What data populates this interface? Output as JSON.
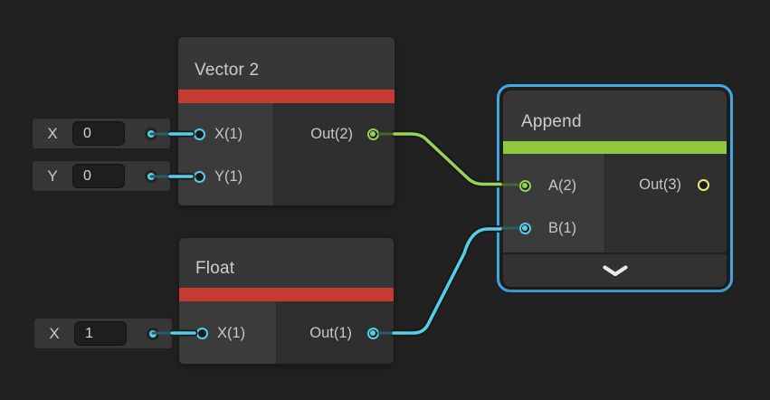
{
  "app": "shader-graph-editor",
  "colors": {
    "canvas-bg": "#212121",
    "node-bg": "#2f2f2f",
    "node-title-bg": "#373737",
    "node-col-bg": "#3b3b3b",
    "footer-bg": "#323232",
    "widget-bg": "#363636",
    "field-bg": "#1e1e1e",
    "accent-red": "#c53a31",
    "accent-green": "#90c93e",
    "wire-green": "#97d356",
    "wire-cyan": "#55cfe5",
    "wire-green-dim": "#49662f",
    "wire-cyan-dim": "#2e5b66",
    "wire-underlay": "#181818",
    "port-yellow": "#ece97f",
    "selection-blue": "#44abe4",
    "text-color": "#c9c9c9"
  },
  "nodes": {
    "vector2": {
      "title": "Vector 2",
      "category": "input",
      "ports": {
        "x": {
          "label": "X(1)"
        },
        "y": {
          "label": "Y(1)"
        },
        "out": {
          "label": "Out(2)"
        }
      }
    },
    "float": {
      "title": "Float",
      "category": "input",
      "ports": {
        "x": {
          "label": "X(1)"
        },
        "out": {
          "label": "Out(1)"
        }
      }
    },
    "append": {
      "title": "Append",
      "category": "channel",
      "selected": true,
      "ports": {
        "a": {
          "label": "A(2)"
        },
        "b": {
          "label": "B(1)"
        },
        "out": {
          "label": "Out(3)"
        }
      }
    }
  },
  "widgets": {
    "vector2_x": {
      "label": "X",
      "value": "0"
    },
    "vector2_y": {
      "label": "Y",
      "value": "0"
    },
    "float_x": {
      "label": "X",
      "value": "1"
    }
  },
  "connections": [
    {
      "from": "vector2.out",
      "to": "append.a",
      "color": "green"
    },
    {
      "from": "float.out",
      "to": "append.b",
      "color": "cyan"
    }
  ]
}
